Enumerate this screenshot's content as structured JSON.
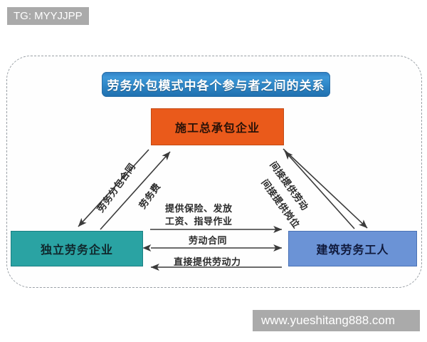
{
  "watermarks": {
    "top_left": "TG: MYYJJPP",
    "bottom_right": "www.yueshitang888.com"
  },
  "diagram": {
    "title": "劳务外包模式中各个参与者之间的关系",
    "type": "relationship-diagram",
    "nodes": [
      {
        "id": "contractor",
        "label": "施工总承包企业",
        "position": "top",
        "color": "#ea5a1b"
      },
      {
        "id": "labor-company",
        "label": "独立劳务企业",
        "position": "bottom-left",
        "color": "#2aa3a3"
      },
      {
        "id": "workers",
        "label": "建筑劳务工人",
        "position": "bottom-right",
        "color": "#6b93d6"
      }
    ],
    "edges": [
      {
        "id": "subcontract",
        "label": "劳务分包合同",
        "from": "contractor",
        "to": "labor-company",
        "direction": "down-left"
      },
      {
        "id": "labor-fee",
        "label": "劳务费",
        "from": "labor-company",
        "to": "contractor",
        "direction": "up-right"
      },
      {
        "id": "indirect-labor",
        "label": "间接提供劳动",
        "from": "workers",
        "to": "contractor",
        "direction": "up-left"
      },
      {
        "id": "indirect-post",
        "label": "间接提供岗位",
        "from": "contractor",
        "to": "workers",
        "direction": "down-right"
      },
      {
        "id": "insurance-line1",
        "label": "提供保险、发放",
        "from": "labor-company",
        "to": "workers",
        "direction": "right"
      },
      {
        "id": "insurance-line2",
        "label": "工资、指导作业",
        "from": "labor-company",
        "to": "workers",
        "direction": "right"
      },
      {
        "id": "labor-contract",
        "label": "劳动合同",
        "from": "labor-company",
        "to": "workers",
        "direction": "both"
      },
      {
        "id": "direct-labor",
        "label": "直接提供劳动力",
        "from": "workers",
        "to": "labor-company",
        "direction": "left"
      }
    ]
  }
}
